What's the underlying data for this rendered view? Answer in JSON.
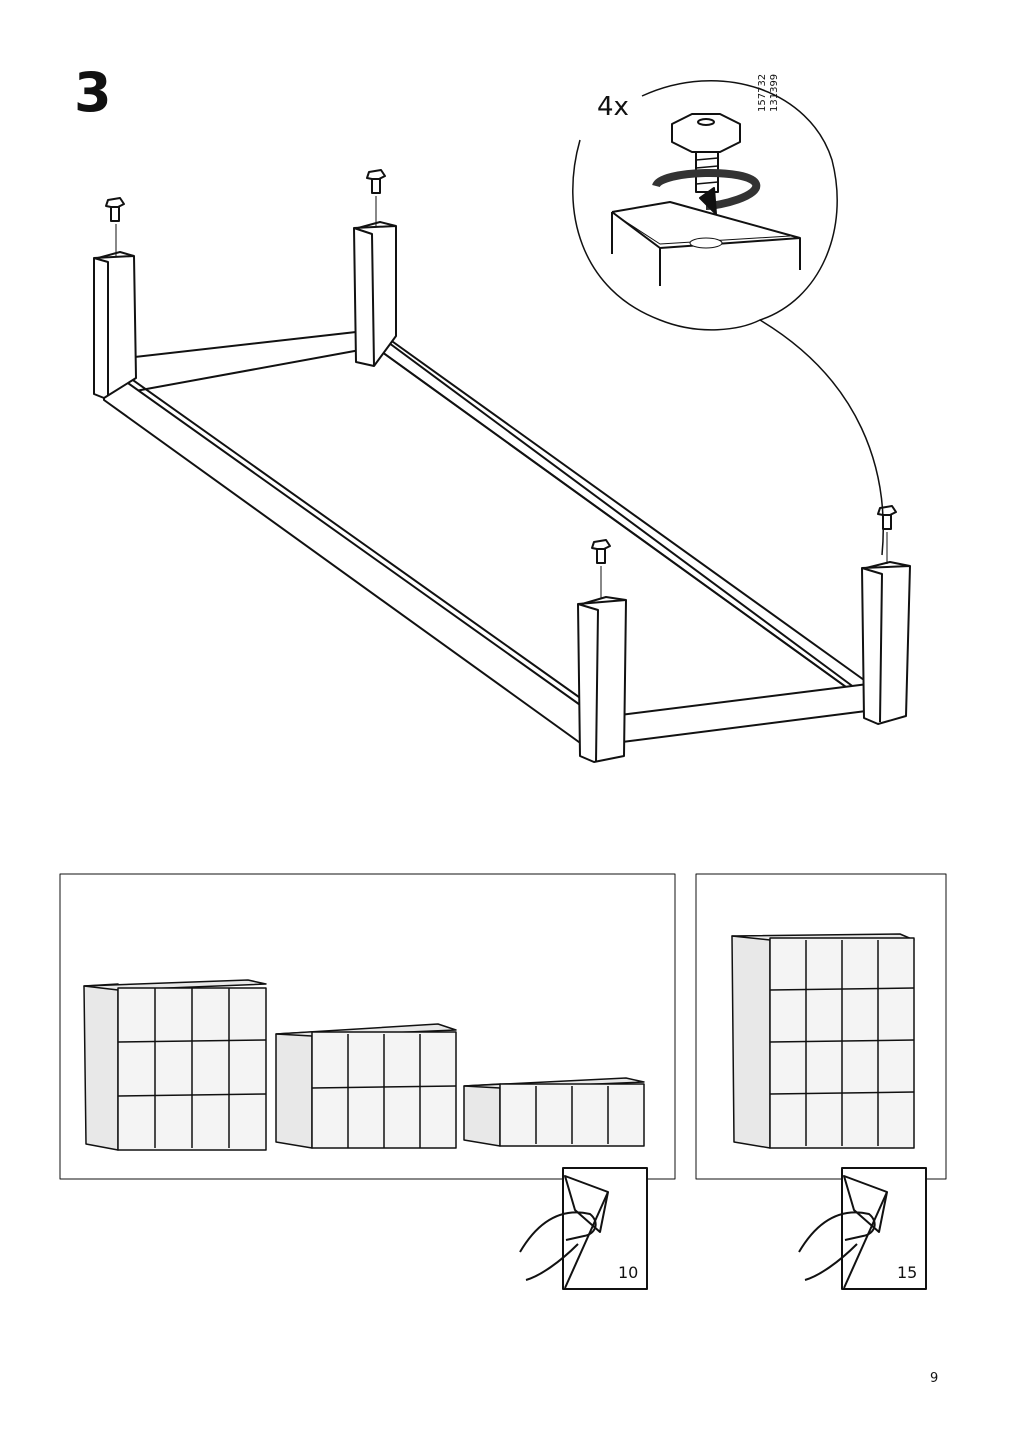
{
  "step": {
    "number": "3"
  },
  "detail": {
    "quantity": "4x",
    "part_numbers": [
      "157732",
      "131399"
    ]
  },
  "variants_panel": {
    "page_ref": "10"
  },
  "tall_panel": {
    "page_ref": "15"
  },
  "page": {
    "number": "9"
  }
}
